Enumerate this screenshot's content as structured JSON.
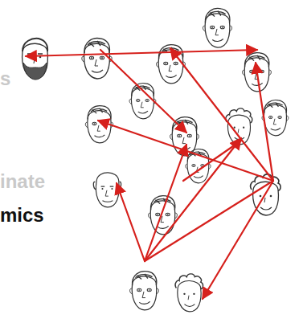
{
  "diagram": {
    "labels": [
      "s",
      "inate",
      "mics"
    ]
  }
}
